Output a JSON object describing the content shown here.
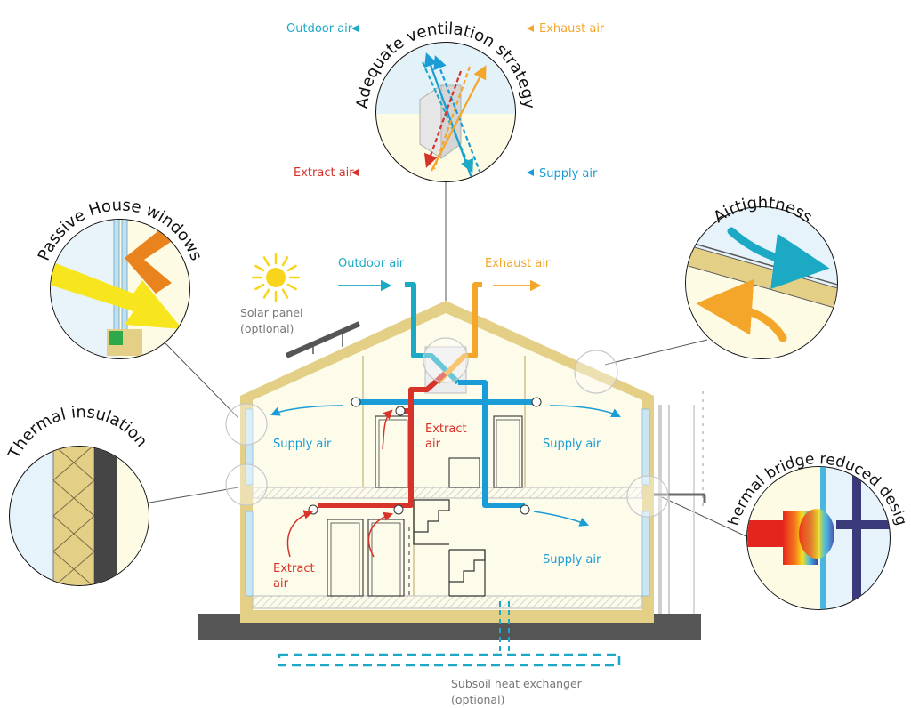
{
  "colors": {
    "supply": "#1a9cd6",
    "outdoor": "#1ba9c4",
    "exhaust": "#f4a62a",
    "extract": "#d7332a",
    "wall": "#e3cf86",
    "interior": "#fdfbea",
    "ground": "#555555"
  },
  "circles": {
    "ventilation_title": "Adequate ventilation strategy",
    "windows_title": "Passive House windows",
    "airtightness_title": "Airtightness",
    "insulation_title": "Thermal insulation",
    "thermal_bridge_title": "Thermal bridge reduced design"
  },
  "ventilation_labels": {
    "outdoor_air": "Outdoor air",
    "exhaust_air": "Exhaust air",
    "extract_air": "Extract air",
    "supply_air": "Supply air"
  },
  "house_labels": {
    "outdoor_air": "Outdoor air",
    "exhaust_air": "Exhaust air",
    "solar_line1": "Solar panel",
    "solar_line2": "(optional)",
    "supply_upper_left": "Supply air",
    "supply_upper_right": "Supply air",
    "supply_lower_right": "Supply air",
    "extract_upper_line1": "Extract",
    "extract_upper_line2": "air",
    "extract_lower_line1": "Extract",
    "extract_lower_line2": "air",
    "subsoil_line1": "Subsoil heat exchanger",
    "subsoil_line2": "(optional)"
  }
}
